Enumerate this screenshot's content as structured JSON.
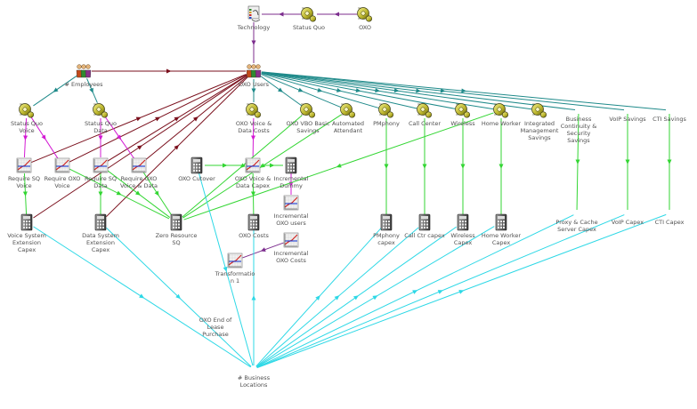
{
  "colors": {
    "cyan": "#2dd8e6",
    "green": "#33d633",
    "teal": "#1f8a8a",
    "maroon": "#7a0f1c",
    "magenta": "#d31bd3",
    "purple": "#7c2d8e"
  },
  "nodes": [
    {
      "id": "technology",
      "type": "tech",
      "label": [
        "Technology"
      ]
    },
    {
      "id": "status_quo_top",
      "type": "gear",
      "label": [
        "Status Quo"
      ]
    },
    {
      "id": "oxo_top",
      "type": "gear",
      "label": [
        "OXO"
      ]
    },
    {
      "id": "employees",
      "type": "people",
      "label": [
        "# Employees"
      ]
    },
    {
      "id": "oxo_users",
      "type": "people",
      "label": [
        "OXO Users"
      ]
    },
    {
      "id": "sq_voice",
      "type": "gear",
      "label": [
        "Status Quo",
        "Voice"
      ]
    },
    {
      "id": "sq_data",
      "type": "gear",
      "label": [
        "Status Quo",
        "Data"
      ]
    },
    {
      "id": "oxo_vd_costs",
      "type": "gear",
      "label": [
        "OXO Voice &",
        "Data Costs"
      ]
    },
    {
      "id": "oxo_vbs",
      "type": "gear",
      "label": [
        "OXO VBO Basic",
        "Savings"
      ]
    },
    {
      "id": "auto_attendant",
      "type": "gear",
      "label": [
        "Automated",
        "Attendant"
      ]
    },
    {
      "id": "pmphony",
      "type": "gear",
      "label": [
        "PMphony"
      ]
    },
    {
      "id": "call_center",
      "type": "gear",
      "label": [
        "Call Center"
      ]
    },
    {
      "id": "wireless",
      "type": "gear",
      "label": [
        "Wireless"
      ]
    },
    {
      "id": "home_worker",
      "type": "gear",
      "label": [
        "Home Worker"
      ]
    },
    {
      "id": "integrated_mgmt",
      "type": "gear",
      "label": [
        "Integrated",
        "Management",
        "Savings"
      ]
    },
    {
      "id": "business_continuity",
      "type": "label",
      "label": [
        "Business",
        "Continuity &",
        "Security",
        "Savings"
      ]
    },
    {
      "id": "voip_savings",
      "type": "label",
      "label": [
        "VoIP Savings"
      ]
    },
    {
      "id": "cti_savings",
      "type": "label",
      "label": [
        "CTI Savings"
      ]
    },
    {
      "id": "req_sq_voice",
      "type": "graph",
      "label": [
        "Require SQ",
        "Voice"
      ]
    },
    {
      "id": "req_oxo_voice",
      "type": "graph",
      "label": [
        "Require OXO",
        "Voice"
      ]
    },
    {
      "id": "req_sq_data",
      "type": "graph",
      "label": [
        "Require SQ",
        "Data"
      ]
    },
    {
      "id": "req_oxo_vd",
      "type": "graph",
      "label": [
        "Require OXO",
        "Voice & Data"
      ]
    },
    {
      "id": "oxo_cutover",
      "type": "calc",
      "label": [
        "OXO Cutover"
      ]
    },
    {
      "id": "oxo_vd_capex",
      "type": "graph",
      "label": [
        "OXO Voice &",
        "Data Capex"
      ]
    },
    {
      "id": "incremental_dummy",
      "type": "calc",
      "label": [
        "Incremental",
        "Dummy"
      ]
    },
    {
      "id": "incremental_oxo_users",
      "type": "graph",
      "label": [
        "Incremental",
        "OXO users"
      ]
    },
    {
      "id": "incremental_oxo_costs",
      "type": "graph",
      "label": [
        "Incremental",
        "OXO Costs"
      ]
    },
    {
      "id": "voice_sys_capex",
      "type": "calc",
      "label": [
        "Voice System",
        "Extension",
        "Capex"
      ]
    },
    {
      "id": "data_sys_capex",
      "type": "calc",
      "label": [
        "Data System",
        "Extension",
        "Capex"
      ]
    },
    {
      "id": "zero_resource",
      "type": "calc",
      "label": [
        "Zero Resource",
        "SQ"
      ]
    },
    {
      "id": "oxo_costs",
      "type": "calc",
      "label": [
        "OXO Costs"
      ]
    },
    {
      "id": "transformation",
      "type": "graph",
      "label": [
        "Transformatio",
        "n 1"
      ]
    },
    {
      "id": "pmphony_capex",
      "type": "calc",
      "label": [
        "PMphony",
        "capex"
      ]
    },
    {
      "id": "call_ctr_capex",
      "type": "calc",
      "label": [
        "Call Ctr capex"
      ]
    },
    {
      "id": "wireless_capex",
      "type": "calc",
      "label": [
        "Wireless",
        "Capex"
      ]
    },
    {
      "id": "home_worker_capex",
      "type": "calc",
      "label": [
        "Home Worker",
        "Capex"
      ]
    },
    {
      "id": "proxy_cache_capex",
      "type": "label",
      "label": [
        "Proxy & Cache",
        "Server Capex"
      ]
    },
    {
      "id": "voip_capex",
      "type": "label",
      "label": [
        "VoIP Capex"
      ]
    },
    {
      "id": "cti_capex",
      "type": "label",
      "label": [
        "CTI Capex"
      ]
    },
    {
      "id": "oxo_end_lease",
      "type": "label",
      "label": [
        "OXO End of",
        "Lease",
        "Purchase"
      ]
    },
    {
      "id": "business_locations",
      "type": "label",
      "label": [
        "# Business",
        "Locations"
      ]
    }
  ],
  "edges": [
    {
      "from": "oxo_top",
      "to": "status_quo_top",
      "color": "purple"
    },
    {
      "from": "status_quo_top",
      "to": "technology",
      "color": "purple"
    },
    {
      "from": "technology",
      "to": "oxo_users",
      "color": "purple"
    },
    {
      "from": "employees",
      "to": "oxo_users",
      "color": "maroon"
    },
    {
      "from": "employees",
      "to": "sq_voice",
      "color": "teal"
    },
    {
      "from": "employees",
      "to": "sq_data",
      "color": "teal"
    },
    {
      "from": "oxo_users",
      "to": "oxo_vd_costs",
      "color": "teal"
    },
    {
      "from": "oxo_users",
      "to": "oxo_vbs",
      "color": "teal"
    },
    {
      "from": "oxo_users",
      "to": "auto_attendant",
      "color": "teal"
    },
    {
      "from": "oxo_users",
      "to": "pmphony",
      "color": "teal"
    },
    {
      "from": "oxo_users",
      "to": "call_center",
      "color": "teal"
    },
    {
      "from": "oxo_users",
      "to": "wireless",
      "color": "teal"
    },
    {
      "from": "oxo_users",
      "to": "home_worker",
      "color": "teal"
    },
    {
      "from": "oxo_users",
      "to": "integrated_mgmt",
      "color": "teal"
    },
    {
      "from": "oxo_users",
      "to": "business_continuity",
      "color": "teal"
    },
    {
      "from": "oxo_users",
      "to": "voip_savings",
      "color": "teal"
    },
    {
      "from": "oxo_users",
      "to": "cti_savings",
      "color": "teal"
    },
    {
      "from": "req_sq_voice",
      "to": "oxo_users",
      "color": "maroon"
    },
    {
      "from": "req_oxo_voice",
      "to": "oxo_users",
      "color": "maroon"
    },
    {
      "from": "req_sq_data",
      "to": "oxo_users",
      "color": "maroon"
    },
    {
      "from": "req_oxo_vd",
      "to": "oxo_users",
      "color": "maroon"
    },
    {
      "from": "voice_sys_capex",
      "to": "oxo_users",
      "color": "maroon"
    },
    {
      "from": "data_sys_capex",
      "to": "oxo_users",
      "color": "maroon"
    },
    {
      "from": "sq_voice",
      "to": "req_sq_voice",
      "color": "magenta"
    },
    {
      "from": "sq_voice",
      "to": "req_oxo_voice",
      "color": "magenta"
    },
    {
      "from": "sq_data",
      "to": "req_sq_data",
      "color": "magenta"
    },
    {
      "from": "sq_data",
      "to": "req_oxo_vd",
      "color": "magenta"
    },
    {
      "from": "oxo_vd_costs",
      "to": "oxo_vd_capex",
      "color": "magenta"
    },
    {
      "from": "incremental_dummy",
      "to": "incremental_oxo_users",
      "color": "magenta"
    },
    {
      "from": "incremental_oxo_costs",
      "to": "transformation",
      "color": "purple"
    },
    {
      "from": "req_sq_voice",
      "to": "voice_sys_capex",
      "color": "green"
    },
    {
      "from": "req_oxo_voice",
      "to": "zero_resource",
      "color": "green"
    },
    {
      "from": "req_sq_data",
      "to": "data_sys_capex",
      "color": "green"
    },
    {
      "from": "req_sq_data",
      "to": "zero_resource",
      "color": "green"
    },
    {
      "from": "req_oxo_vd",
      "to": "zero_resource",
      "color": "green"
    },
    {
      "from": "oxo_cutover",
      "to": "oxo_vd_capex",
      "color": "green"
    },
    {
      "from": "oxo_vd_capex",
      "to": "incremental_dummy",
      "color": "green"
    },
    {
      "from": "oxo_vd_capex",
      "to": "oxo_costs",
      "color": "green"
    },
    {
      "from": "oxo_vbs",
      "to": "zero_resource",
      "color": "green"
    },
    {
      "from": "auto_attendant",
      "to": "zero_resource",
      "color": "green"
    },
    {
      "from": "home_worker",
      "to": "zero_resource",
      "color": "green"
    },
    {
      "from": "pmphony",
      "to": "pmphony_capex",
      "color": "green"
    },
    {
      "from": "call_center",
      "to": "call_ctr_capex",
      "color": "green"
    },
    {
      "from": "wireless",
      "to": "wireless_capex",
      "color": "green"
    },
    {
      "from": "home_worker",
      "to": "home_worker_capex",
      "color": "green"
    },
    {
      "from": "business_continuity",
      "to": "proxy_cache_capex",
      "color": "green"
    },
    {
      "from": "voip_savings",
      "to": "voip_capex",
      "color": "green"
    },
    {
      "from": "cti_savings",
      "to": "cti_capex",
      "color": "green"
    },
    {
      "from": "oxo_cutover",
      "to": "business_locations",
      "color": "cyan"
    },
    {
      "from": "voice_sys_capex",
      "to": "business_locations",
      "color": "cyan"
    },
    {
      "from": "data_sys_capex",
      "to": "business_locations",
      "color": "cyan"
    },
    {
      "from": "business_locations",
      "to": "oxo_costs",
      "color": "cyan"
    },
    {
      "from": "business_locations",
      "to": "pmphony_capex",
      "color": "cyan"
    },
    {
      "from": "business_locations",
      "to": "call_ctr_capex",
      "color": "cyan"
    },
    {
      "from": "business_locations",
      "to": "wireless_capex",
      "color": "cyan"
    },
    {
      "from": "business_locations",
      "to": "home_worker_capex",
      "color": "cyan"
    },
    {
      "from": "business_locations",
      "to": "proxy_cache_capex",
      "color": "cyan"
    },
    {
      "from": "business_locations",
      "to": "voip_capex",
      "color": "cyan"
    },
    {
      "from": "business_locations",
      "to": "cti_capex",
      "color": "cyan"
    }
  ]
}
